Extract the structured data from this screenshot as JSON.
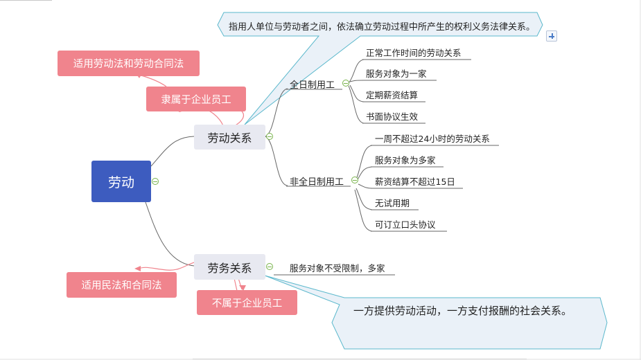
{
  "root": {
    "label": "劳动"
  },
  "labor_relation": {
    "label": "劳动关系",
    "callout": "指用人单位与劳动者之间，依法确立劳动过程中所产生的权利义务法律关系。",
    "notes": [
      "隶属于企业员工",
      "适用劳动法和劳动合同法"
    ],
    "full_time": {
      "label": "全日制用工",
      "items": [
        "正常工作时间的劳动关系",
        "服务对象为一家",
        "定期薪资结算",
        "书面协议生效"
      ]
    },
    "part_time": {
      "label": "非全日制用工",
      "items": [
        "一周不超过24小时的劳动关系",
        "服务对象为多家",
        "薪资结算不超过15日",
        "无试用期",
        "可订立口头协议"
      ]
    }
  },
  "service_relation": {
    "label": "劳务关系",
    "callout": "一方提供劳动活动，一方支付报酬的社会关系。",
    "notes": [
      "适用民法和合同法",
      "不属于企业员工"
    ],
    "items": [
      "服务对象不受限制，多家"
    ]
  },
  "colors": {
    "root": "#3d5cbf",
    "note": "#f0848d",
    "main_node": "#e8e9f1",
    "callout_fill": "#eaf1f8",
    "callout_border": "#5bb8cc",
    "collapse": "#78b34a"
  },
  "icons": [
    "collapse-icon",
    "add-topic-icon"
  ]
}
